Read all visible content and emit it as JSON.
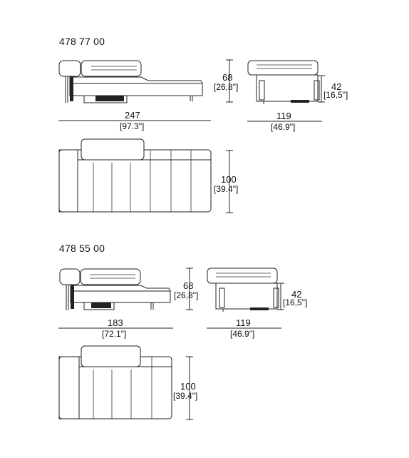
{
  "models": [
    {
      "code": "478 77 00",
      "side_view": {
        "height_cm": "68",
        "height_in": "[26,8\"]",
        "width_cm": "247",
        "width_in": "[97.3\"]"
      },
      "front_view": {
        "seat_cm": "42",
        "seat_in": "[16,5\"]",
        "depth_cm": "119",
        "depth_in": "[46.9\"]"
      },
      "top_view": {
        "depth_cm": "100",
        "depth_in": "[39.4\"]"
      }
    },
    {
      "code": "478 55 00",
      "side_view": {
        "height_cm": "68",
        "height_in": "[26,8\"]",
        "width_cm": "183",
        "width_in": "[72.1\"]"
      },
      "front_view": {
        "seat_cm": "42",
        "seat_in": "[16,5\"]",
        "depth_cm": "119",
        "depth_in": "[46.9\"]"
      },
      "top_view": {
        "depth_cm": "100",
        "depth_in": "[39.4\"]"
      }
    }
  ]
}
